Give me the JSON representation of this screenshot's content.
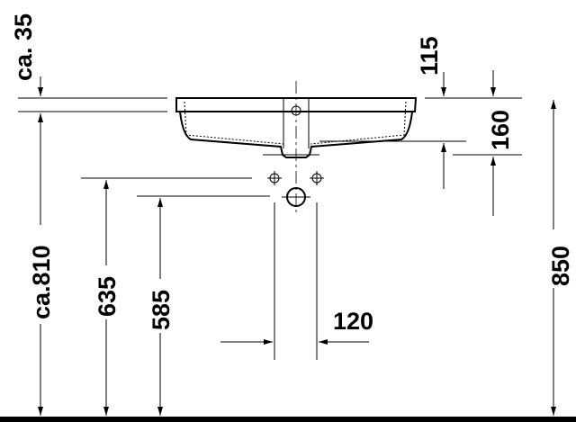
{
  "dimensions": {
    "top_clearance": "ca. 35",
    "basin_height": "115",
    "overflow_depth": "160",
    "rim_height": "ca.810",
    "upper_connection_height": "635",
    "waste_height": "585",
    "connection_spacing": "120",
    "total_height": "850"
  },
  "colors": {
    "line": "#000000",
    "background": "#ffffff"
  }
}
